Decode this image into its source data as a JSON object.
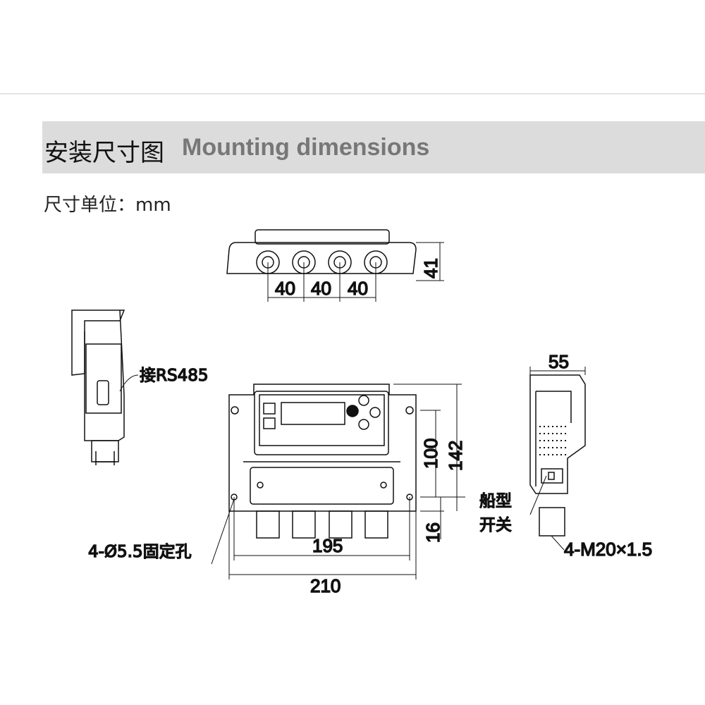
{
  "header": {
    "title_cn": "安装尺寸图",
    "title_en": "Mounting dimensions"
  },
  "unit_label": "尺寸单位：mm",
  "top_view": {
    "spacing": [
      "40",
      "40",
      "40"
    ],
    "height": "41"
  },
  "left_view": {
    "rs485_label": "接RS485"
  },
  "front_view": {
    "height_inner": "100",
    "height_total": "142",
    "bottom": "16",
    "width_holes": "195",
    "width_total": "210",
    "hole_label": "4-Ø5.5固定孔"
  },
  "right_view": {
    "depth": "55",
    "switch_label_1": "船型",
    "switch_label_2": "开关",
    "gland_label": "4-M20×1.5"
  }
}
